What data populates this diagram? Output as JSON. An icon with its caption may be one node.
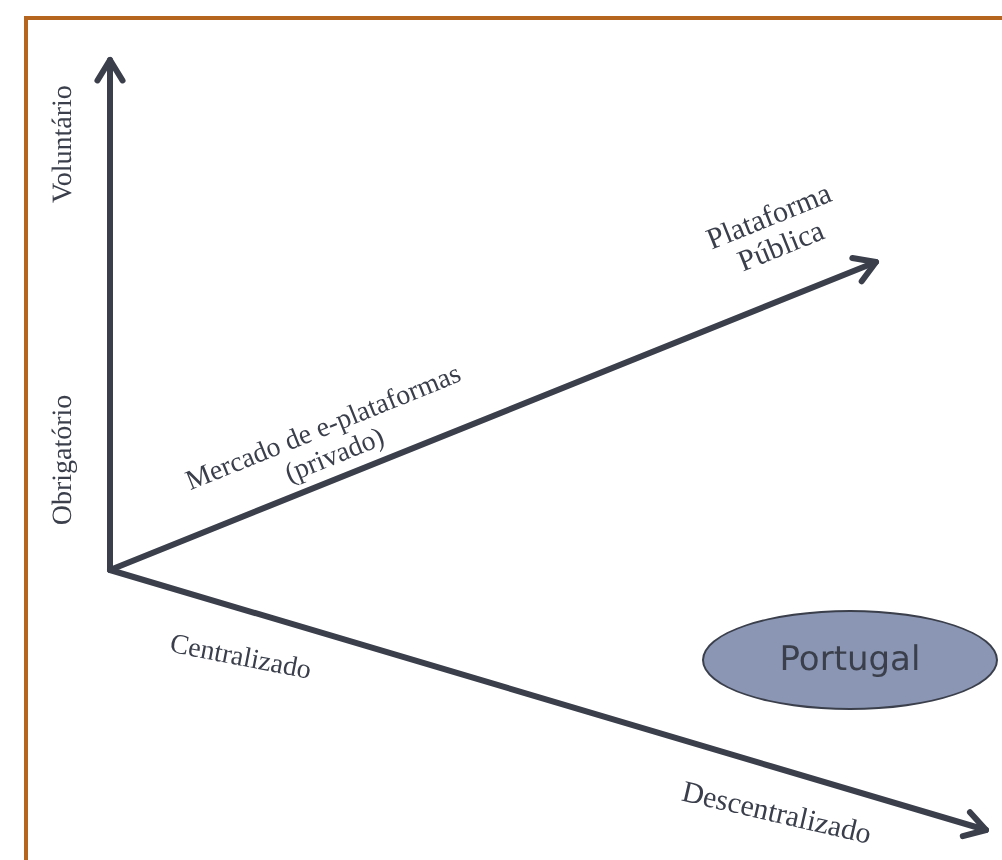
{
  "diagram": {
    "nodes": [
      {
        "text": [
          "Portugal"
        ]
      }
    ],
    "labels": [
      "Voluntário",
      "Plataforma Pública",
      "Mercado de e-plataformas (privado)",
      "Obrigatório",
      "Centralizado",
      "Descentralizado"
    ]
  }
}
